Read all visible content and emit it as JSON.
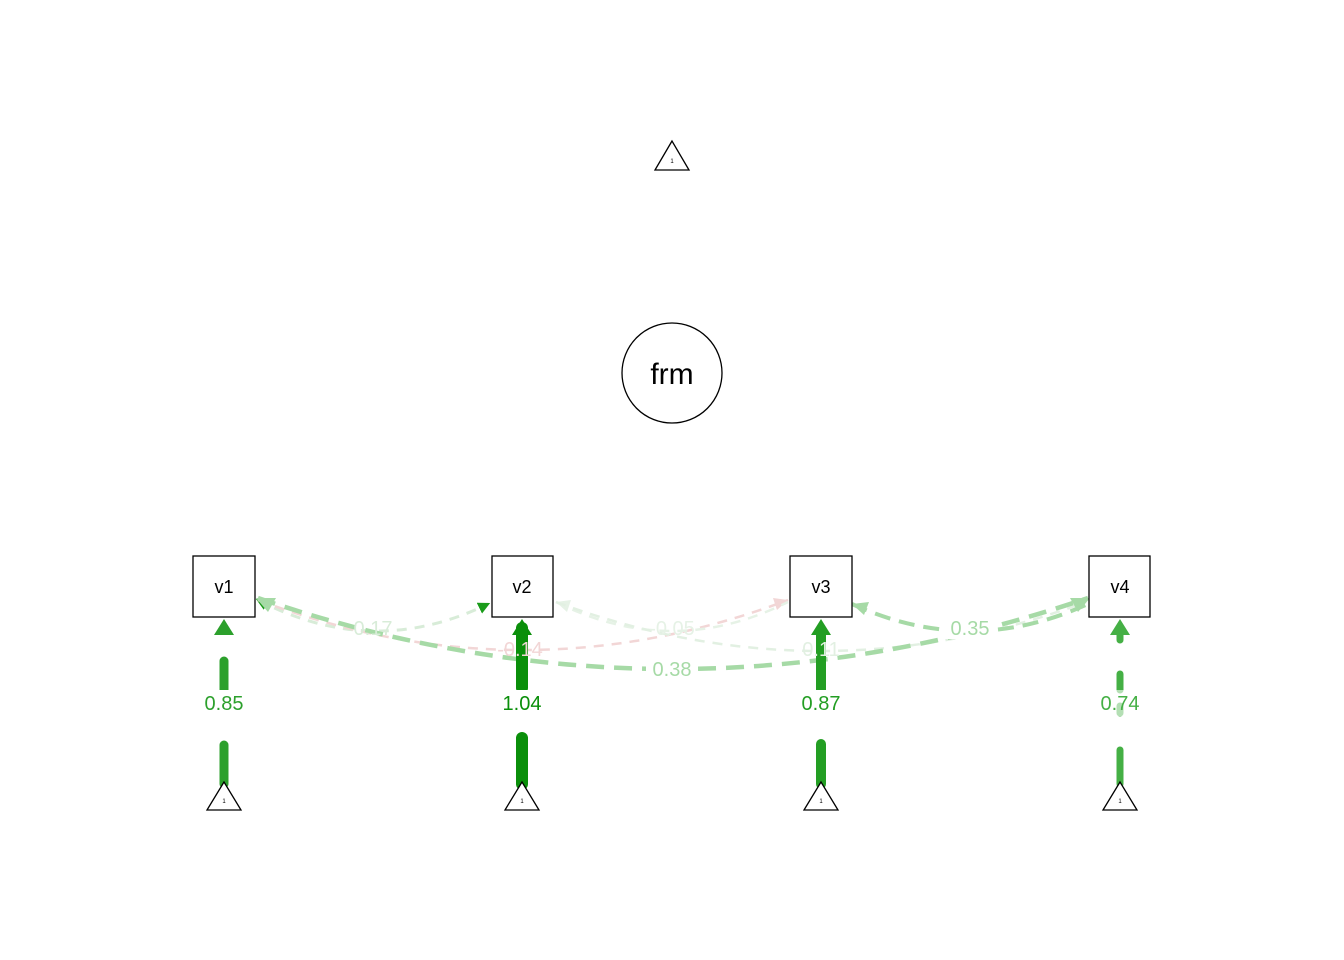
{
  "latent": {
    "label": "frm"
  },
  "manifest": [
    {
      "id": "v1",
      "label": "v1"
    },
    {
      "id": "v2",
      "label": "v2"
    },
    {
      "id": "v3",
      "label": "v3"
    },
    {
      "id": "v4",
      "label": "v4"
    }
  ],
  "intercepts": {
    "symbol": "1",
    "paths": [
      {
        "target": "v1",
        "label": "0.85",
        "value": 0.85
      },
      {
        "target": "v2",
        "label": "1.04",
        "value": 1.04
      },
      {
        "target": "v3",
        "label": "0.87",
        "value": 0.87
      },
      {
        "target": "v4",
        "label": "0.74",
        "value": 0.74
      }
    ]
  },
  "covariances": [
    {
      "from": "v1",
      "to": "v2",
      "label": "0.17",
      "value": 0.17
    },
    {
      "from": "v1",
      "to": "v3",
      "label": "-0.14",
      "value": -0.14
    },
    {
      "from": "v1",
      "to": "v4",
      "label": "0.38",
      "value": 0.38
    },
    {
      "from": "v2",
      "to": "v3",
      "label": "-0.05",
      "value": -0.05
    },
    {
      "from": "v2",
      "to": "v4",
      "label": "0.11",
      "value": 0.11
    },
    {
      "from": "v3",
      "to": "v4",
      "label": "0.35",
      "value": 0.35
    }
  ],
  "colors": {
    "positive": "#1a9c1a",
    "negative": "#e8a0a0",
    "node_stroke": "#000000"
  }
}
